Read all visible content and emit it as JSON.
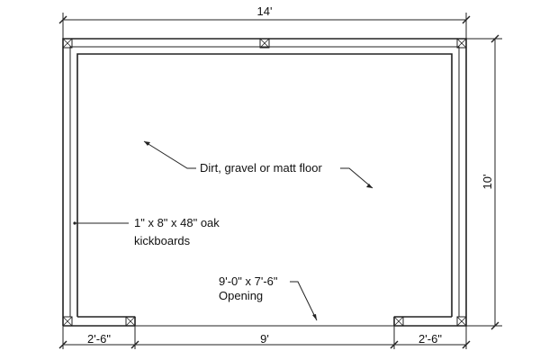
{
  "dimensions": {
    "overall_width": "14'",
    "overall_depth": "10'",
    "left_wall_segment": "2'-6\"",
    "door_opening_width": "9'",
    "right_wall_segment": "2'-6\""
  },
  "annotations": {
    "floor": "Dirt, gravel or matt floor",
    "kickboards_line1": "1\" x 8\" x 48\" oak",
    "kickboards_line2": "kickboards",
    "opening_line1": "9'-0\" x 7'-6\"",
    "opening_line2": "Opening"
  }
}
